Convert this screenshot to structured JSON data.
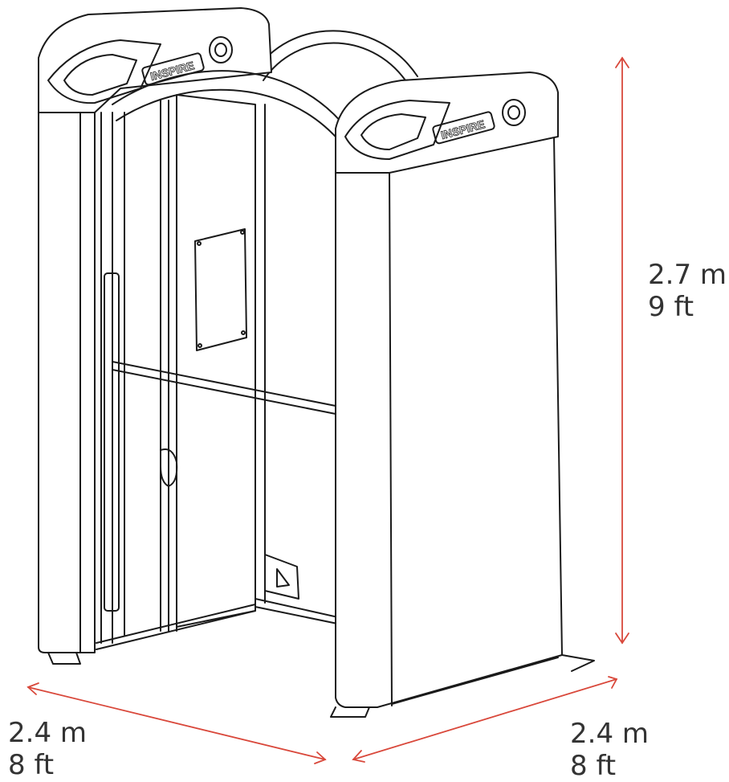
{
  "brand": {
    "logo_text": "INSPIRE"
  },
  "dimensions": {
    "height": {
      "metric": "2.7 m",
      "imperial": "9 ft"
    },
    "width": {
      "metric": "2.4 m",
      "imperial": "8 ft"
    },
    "depth": {
      "metric": "2.4 m",
      "imperial": "8 ft"
    }
  },
  "colors": {
    "arrow": "#d9483b",
    "outline": "#1a1a1a",
    "label": "#333333"
  }
}
